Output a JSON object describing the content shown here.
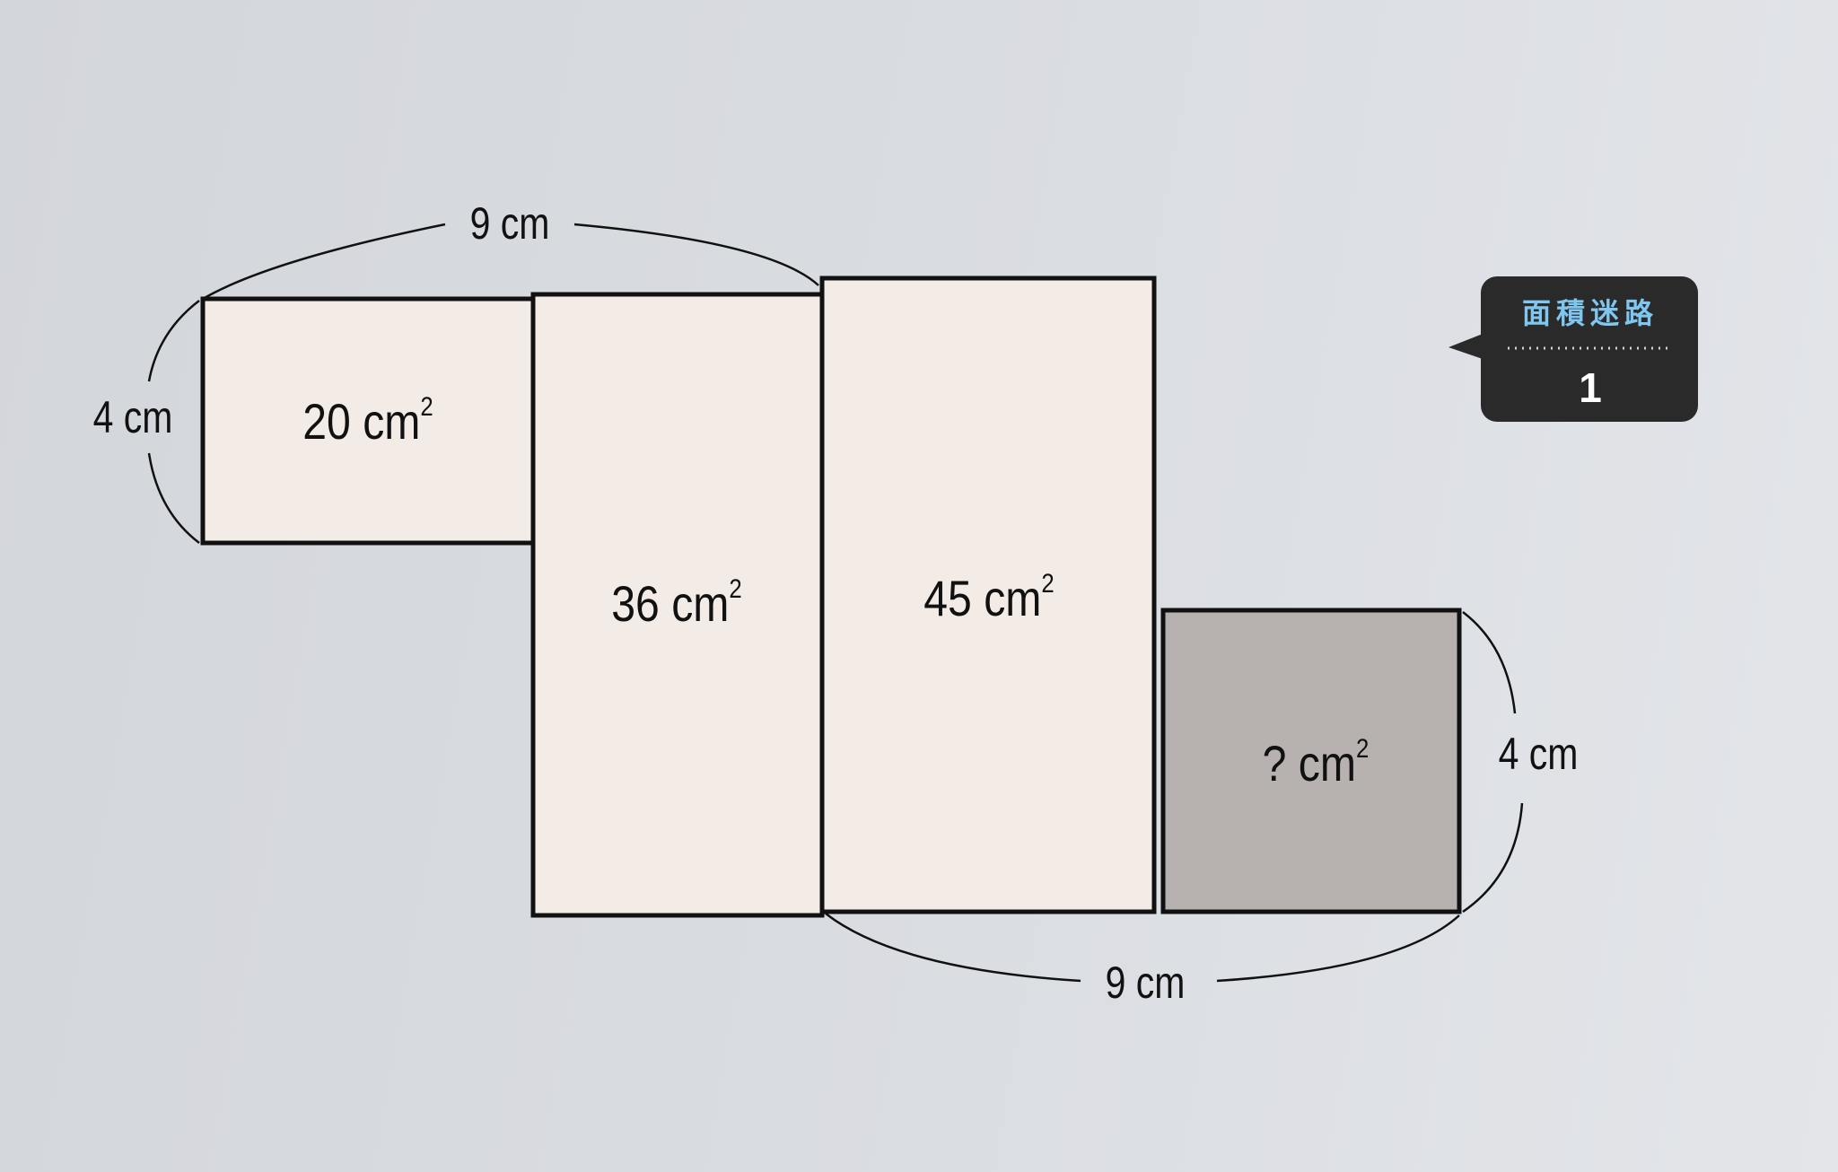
{
  "badge": {
    "title": "面積迷路",
    "number": "1"
  },
  "rectangles": [
    {
      "id": "rect-20",
      "area_value": "20",
      "area_unit": "cm",
      "area_exp": "2",
      "fill": "#f3ece6",
      "highlighted": false
    },
    {
      "id": "rect-36",
      "area_value": "36",
      "area_unit": "cm",
      "area_exp": "2",
      "fill": "#f3ece6",
      "highlighted": false
    },
    {
      "id": "rect-45",
      "area_value": "45",
      "area_unit": "cm",
      "area_exp": "2",
      "fill": "#f3ece6",
      "highlighted": false
    },
    {
      "id": "rect-unknown",
      "area_value": "?",
      "area_unit": "cm",
      "area_exp": "2",
      "fill": "#b7b2b0",
      "highlighted": true
    }
  ],
  "dimensions": {
    "top_width": "9 cm",
    "left_height": "4 cm",
    "right_height": "4 cm",
    "bottom_width": "9 cm"
  },
  "colors": {
    "background": "#d8dbe0",
    "light_rect": "#f3ece6",
    "shaded_rect": "#b7b2b0",
    "outline": "#111111",
    "badge_bg": "#2a2a2a",
    "badge_title": "#7fc7ef"
  }
}
